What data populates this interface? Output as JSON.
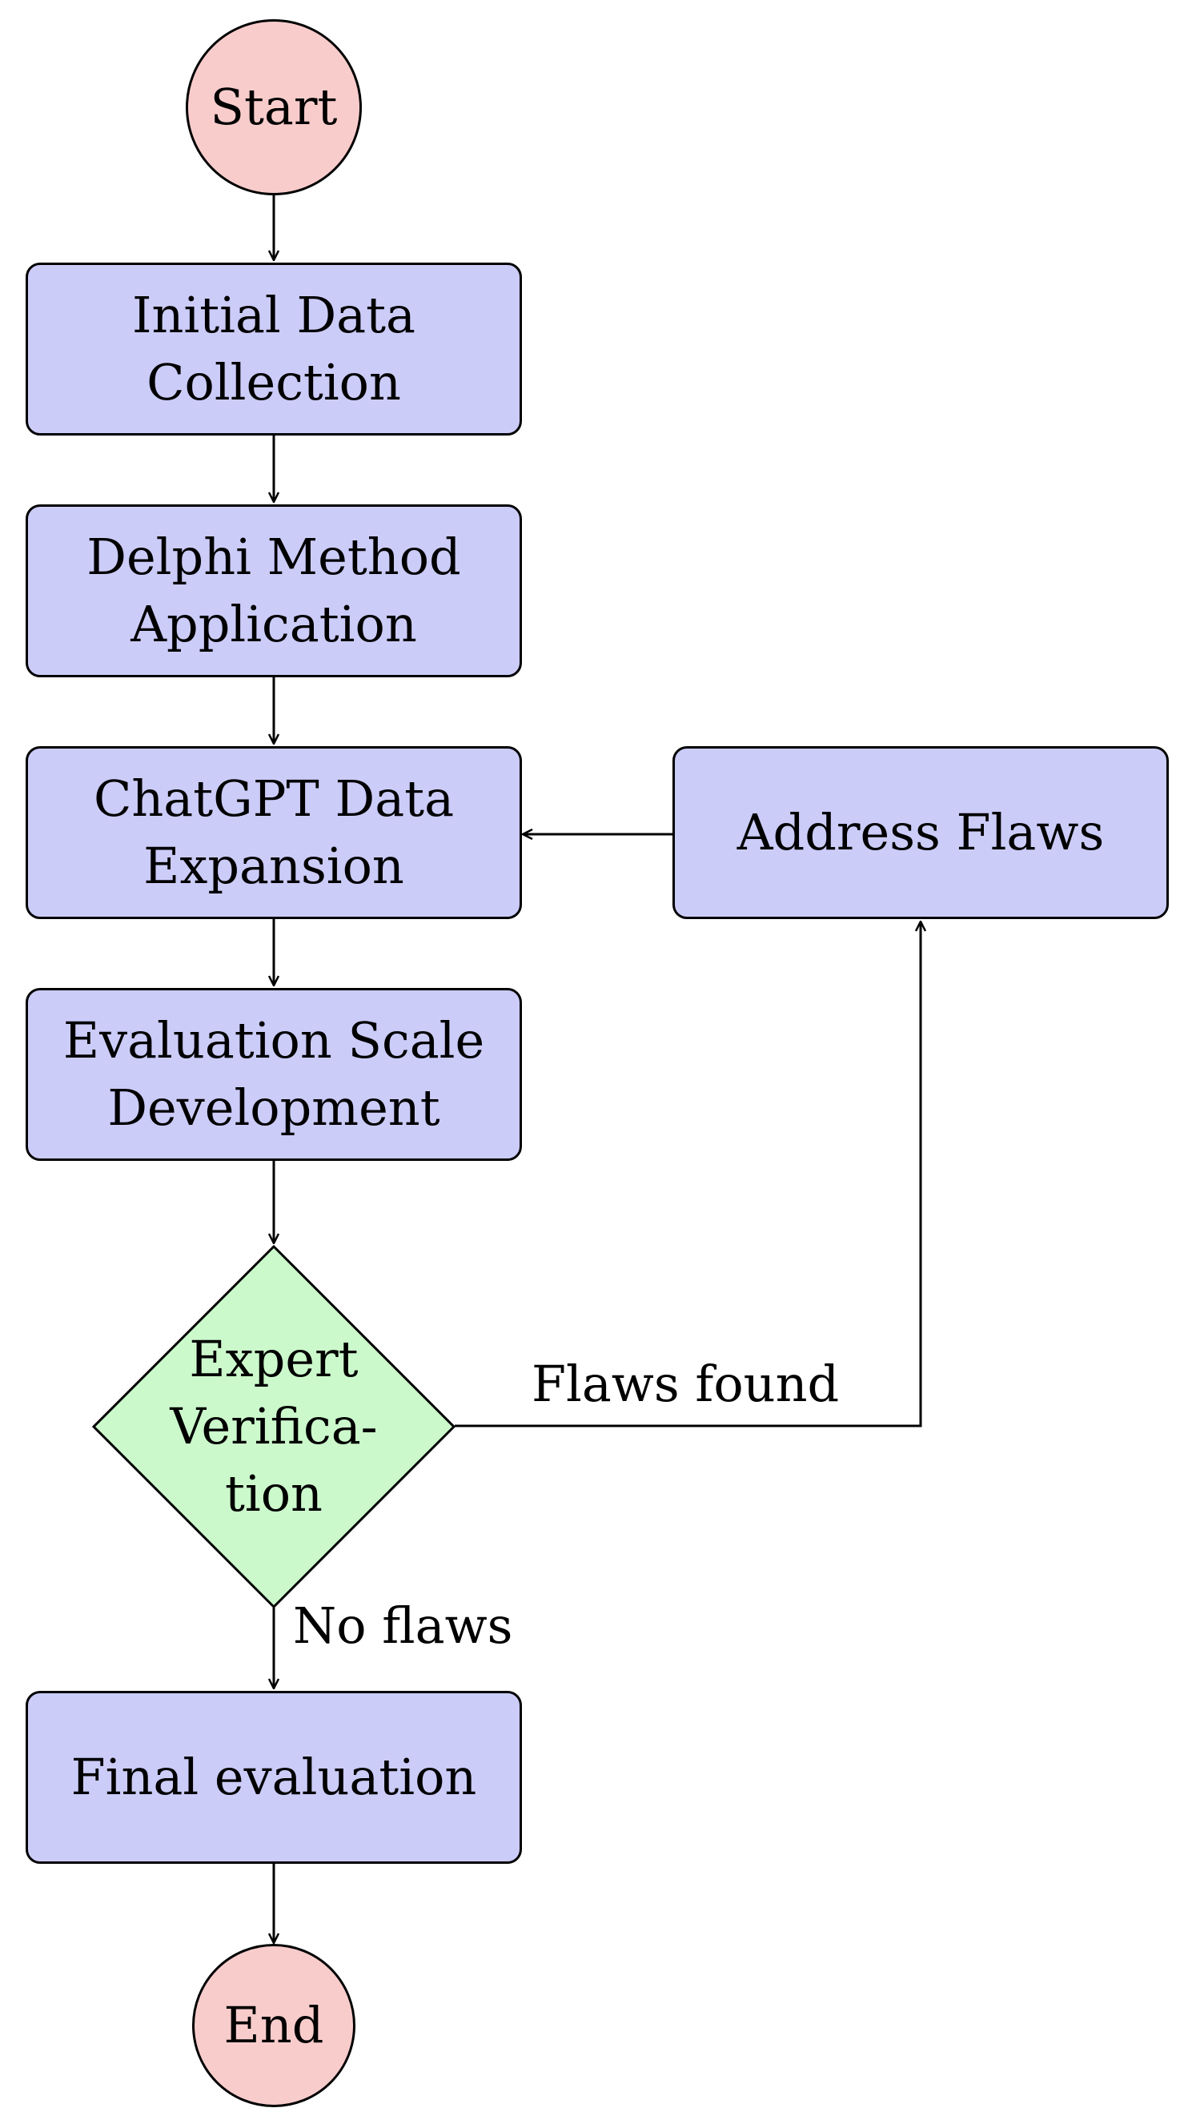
{
  "colors": {
    "terminal_fill": "#f9cccc",
    "process_fill": "#ccccf9",
    "decision_fill": "#ccf9cc",
    "stroke": "#000000"
  },
  "nodes": {
    "start": {
      "label": "Start"
    },
    "initial_data": {
      "line1": "Initial Data",
      "line2": "Collection"
    },
    "delphi": {
      "line1": "Delphi Method",
      "line2": "Application"
    },
    "chatgpt": {
      "line1": "ChatGPT Data",
      "line2": "Expansion"
    },
    "scale": {
      "line1": "Evaluation Scale",
      "line2": "Development"
    },
    "decision": {
      "line1": "Expert",
      "line2": "Verifica-",
      "line3": "tion"
    },
    "address": {
      "label": "Address Flaws"
    },
    "final": {
      "label": "Final evaluation"
    },
    "end": {
      "label": "End"
    }
  },
  "edges": {
    "flaws_found": "Flaws found",
    "no_flaws": "No flaws"
  }
}
